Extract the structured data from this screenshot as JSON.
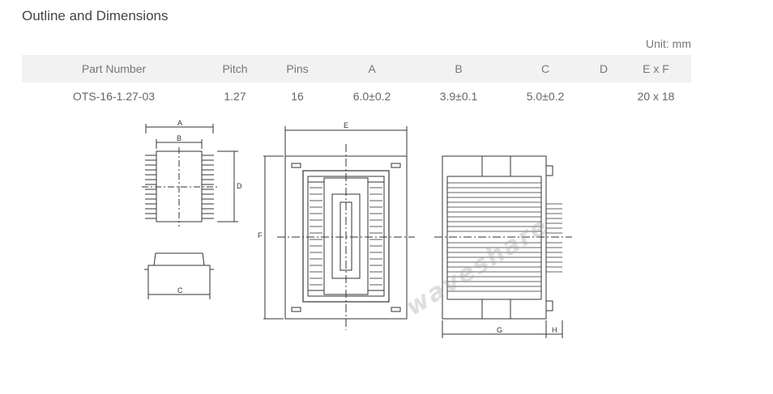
{
  "page": {
    "title": "Outline and Dimensions",
    "unit_label": "Unit: mm"
  },
  "table": {
    "headers": [
      "Part Number",
      "Pitch",
      "Pins",
      "A",
      "B",
      "C",
      "D",
      "E x F"
    ],
    "rows": [
      [
        "OTS-16-1.27-03",
        "1.27",
        "16",
        "6.0±0.2",
        "3.9±0.1",
        "5.0±0.2",
        "",
        "20 x 18"
      ]
    ]
  },
  "drawing": {
    "labels": {
      "a": "A",
      "b": "B",
      "c": "C",
      "d": "D",
      "e": "E",
      "f": "F",
      "g": "G",
      "h": "H"
    },
    "watermark": "waveshare",
    "line_color": "#333333"
  }
}
